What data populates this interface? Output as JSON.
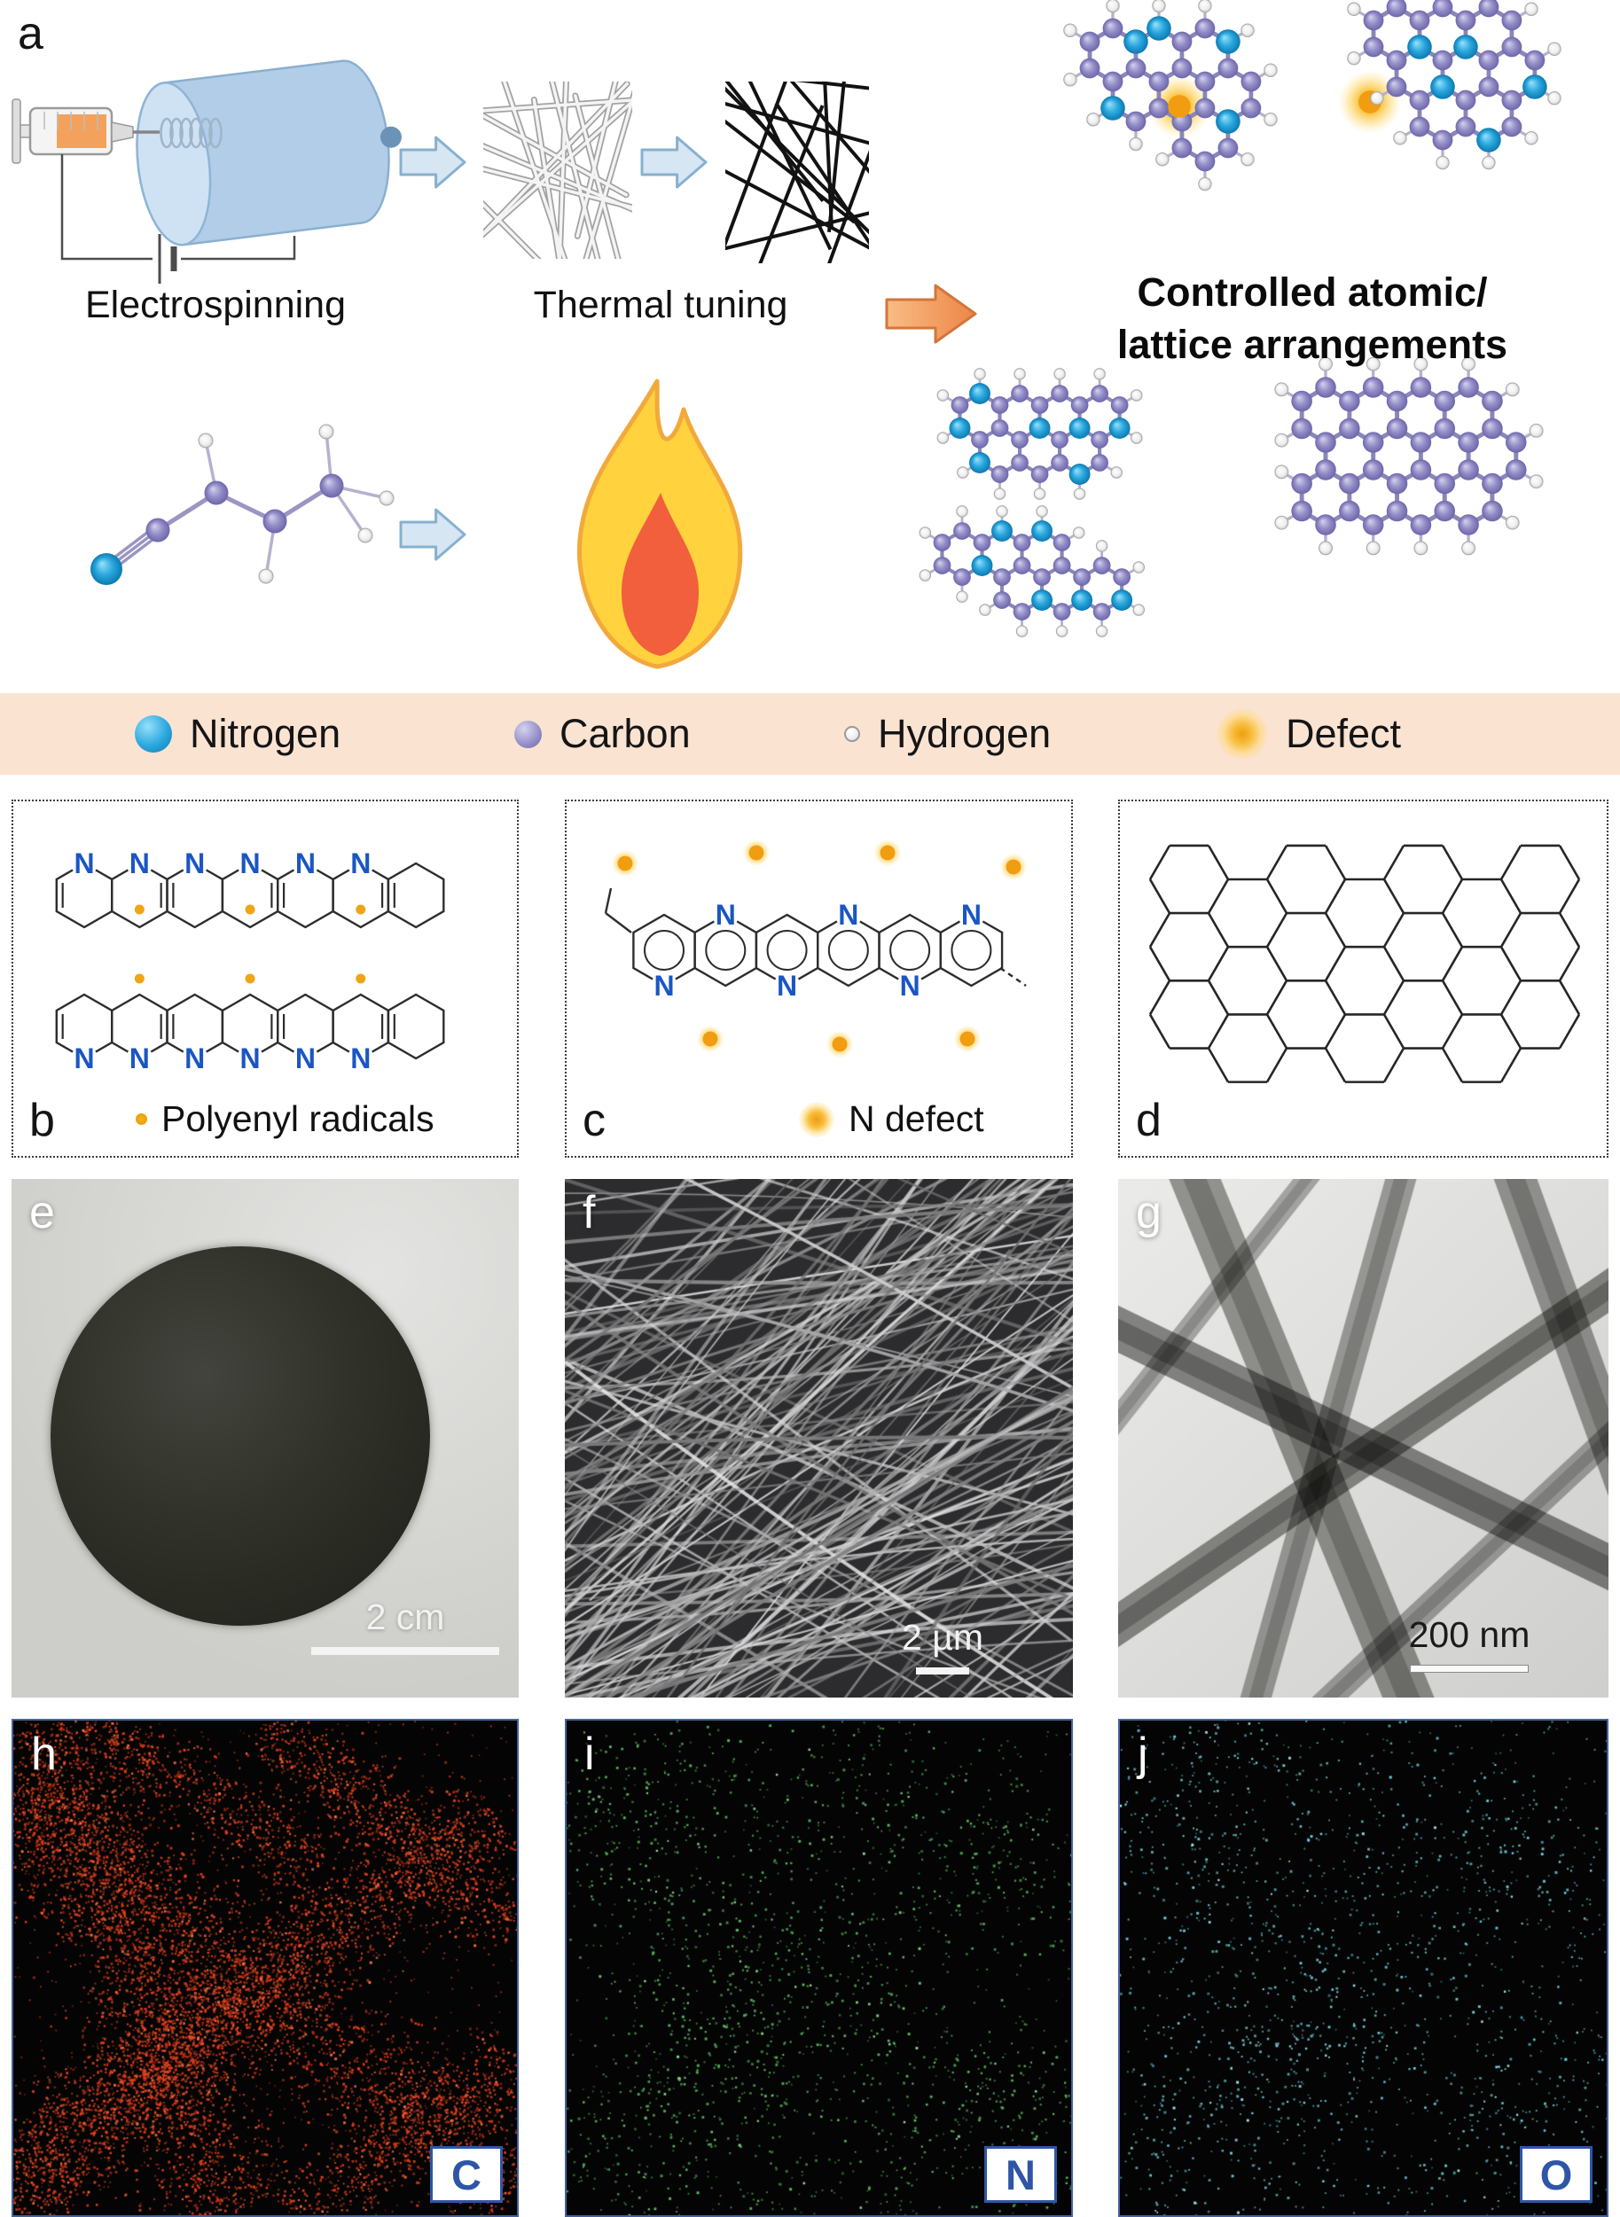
{
  "panel_a": {
    "label": "a",
    "electrospinning": "Electrospinning",
    "thermal_tuning": "Thermal tuning",
    "result_line1": "Controlled atomic/",
    "result_line2": "lattice arrangements"
  },
  "legend": {
    "background": "#fbe3d2",
    "items": [
      {
        "name": "Nitrogen",
        "color": "#2aa7de"
      },
      {
        "name": "Carbon",
        "color": "#928dc6"
      },
      {
        "name": "Hydrogen",
        "color": "#ffffff"
      },
      {
        "name": "Defect",
        "color": "#f2a41c"
      }
    ]
  },
  "structures": {
    "nitrogen_symbol": "N"
  },
  "panel_b": {
    "label": "b",
    "caption": "Polyenyl radicals"
  },
  "panel_c": {
    "label": "c",
    "caption": "N defect"
  },
  "panel_d": {
    "label": "d"
  },
  "panel_e": {
    "label": "e",
    "scale_bar": "2 cm"
  },
  "panel_f": {
    "label": "f",
    "scale_bar": "2 µm"
  },
  "panel_g": {
    "label": "g",
    "scale_bar": "200 nm"
  },
  "panel_h": {
    "label": "h",
    "element": "C",
    "dot_color": "#e8401c"
  },
  "panel_i": {
    "label": "i",
    "element": "N",
    "dot_color": "#58c05e"
  },
  "panel_j": {
    "label": "j",
    "element": "O",
    "dot_color": "#6fd8e8"
  }
}
